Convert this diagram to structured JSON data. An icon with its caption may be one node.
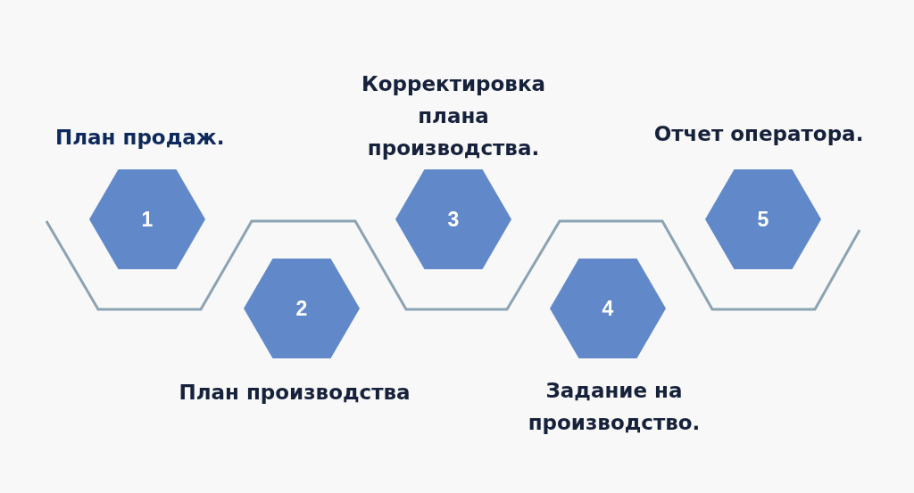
{
  "diagram": {
    "nodes": [
      {
        "text": [
          "1"
        ],
        "beside": [
          "План продаж."
        ]
      },
      {
        "text": [
          "2"
        ],
        "beside": [
          "План производства"
        ]
      },
      {
        "text": [
          "3"
        ],
        "beside": [
          "Корректировка плана производства."
        ]
      },
      {
        "text": [
          "4"
        ],
        "beside": [
          "Задание на производство."
        ]
      },
      {
        "text": [
          "5"
        ],
        "beside": [
          "Отчет оператора."
        ]
      }
    ]
  }
}
